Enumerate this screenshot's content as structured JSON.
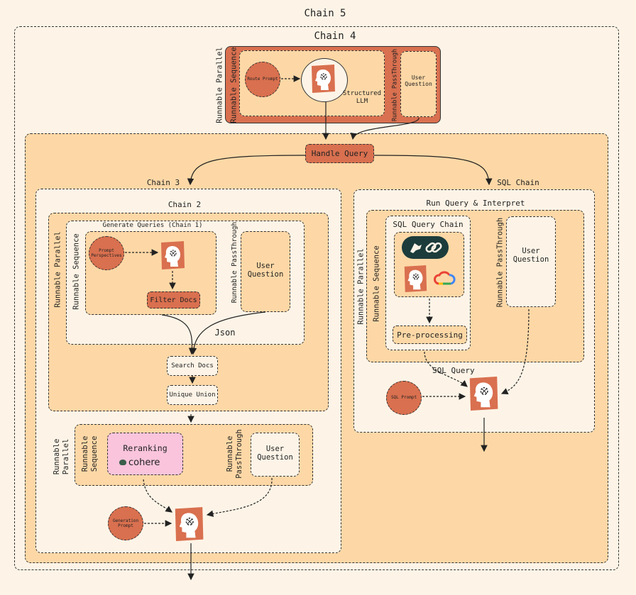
{
  "chain5": {
    "title": "Chain 5"
  },
  "chain4": {
    "title": "Chain 4",
    "runnable_parallel": "Runnable Parallel",
    "runnable_sequence": "Runnable Sequence",
    "route_prompt": "Route Prompt",
    "structured_llm": "Structured LLM",
    "runnable_passthrough": "Runnable PassThrough",
    "user_question": "User Question"
  },
  "handle_query": "Handle Query",
  "chain3": {
    "title": "Chain 3",
    "chain2": {
      "title": "Chain 2",
      "runnable_parallel": "Runnable Parallel",
      "runnable_sequence": "Runnable Sequence",
      "generate_queries": "Generate Queries (Chain 1)",
      "prompt_perspectives": "Prompt Perspectives",
      "filter_docs": "Filter Docs",
      "runnable_passthrough": "Runnable PassThrough",
      "user_question": "User Question",
      "json": "Json",
      "search_docs": "Search Docs",
      "unique_union": "Unique Union"
    },
    "runnable_parallel": "Runnable Parallel",
    "runnable_sequence": "Runnable Sequence",
    "reranking": "Reranking",
    "cohere": "cohere",
    "runnable_passthrough": "Runnable PassThrough",
    "user_question": "User Question",
    "generation_prompt": "Generation Prompt"
  },
  "sql_chain": {
    "title": "SQL Chain",
    "run_query": "Run Query & Interpret",
    "runnable_parallel": "Runnable Parallel",
    "runnable_sequence": "Runnable Sequence",
    "sql_query_chain": "SQL Query Chain",
    "pre_processing": "Pre-processing",
    "runnable_passthrough": "Runnable PassThrough",
    "user_question": "User Question",
    "sql_query": "SQL Query",
    "sql_prompt": "SQL Prompt"
  },
  "colors": {
    "background": "#fdf4e7",
    "peach": "#fdd8a6",
    "orange": "#d9704f",
    "pink": "#f9c4dc"
  }
}
